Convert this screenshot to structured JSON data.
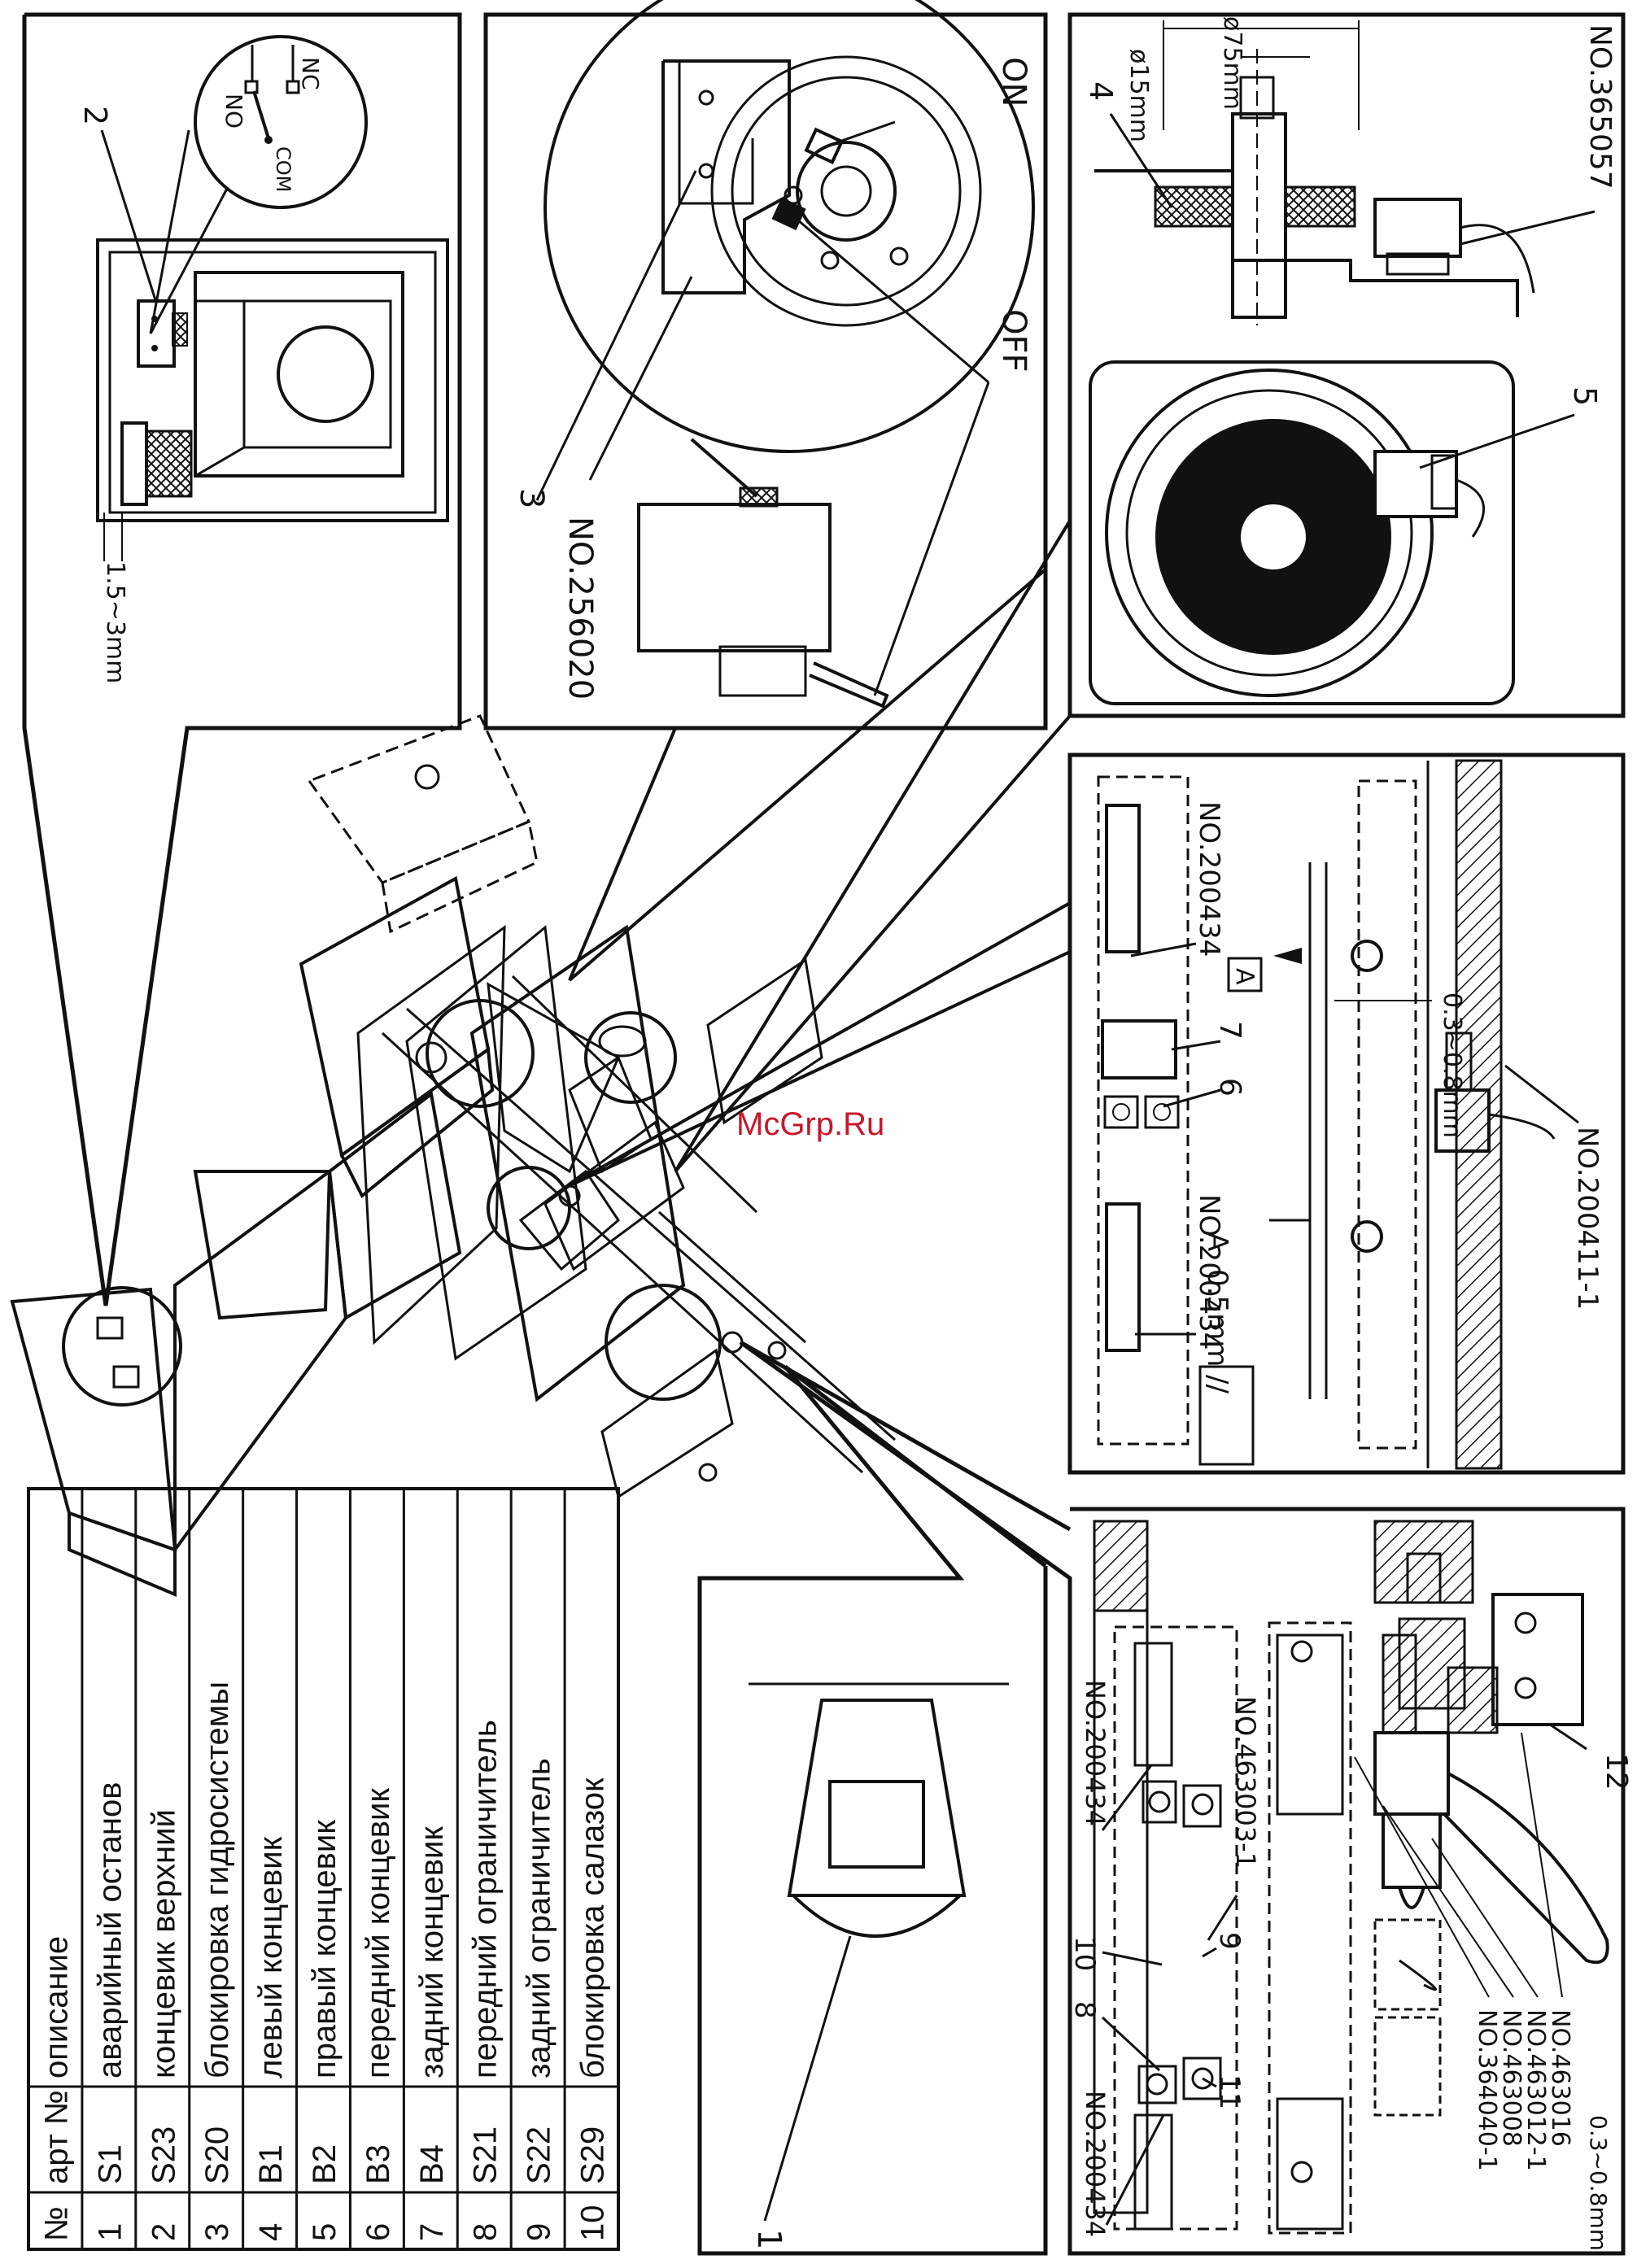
{
  "watermark": "McGrp.Ru",
  "table": {
    "headers": [
      "№",
      "арт №",
      "описание"
    ],
    "rows": [
      [
        "1",
        "S1",
        "аварийный останов"
      ],
      [
        "2",
        "S23",
        "концевик верхний"
      ],
      [
        "3",
        "S20",
        "блокировка гидросистемы"
      ],
      [
        "4",
        "B1",
        "левый концевик"
      ],
      [
        "5",
        "B2",
        "правый концевик"
      ],
      [
        "6",
        "B3",
        "передний концевик"
      ],
      [
        "7",
        "B4",
        "задний концевик"
      ],
      [
        "8",
        "S21",
        "передний ограничитель"
      ],
      [
        "9",
        "S22",
        "задний ограничитель"
      ],
      [
        "10",
        "S29",
        "блокировка салазок"
      ]
    ]
  },
  "panel_upper_switch": {
    "callout": "2",
    "no": "NO",
    "nc": "NC",
    "com": "COM",
    "gap": "1.5~3mm"
  },
  "panel_hydraulic": {
    "callout": "3",
    "part_no": "NO.256020",
    "on": "ON",
    "off": "OFF"
  },
  "panel_lr_switch": {
    "callout_4": "4",
    "callout_5": "5",
    "part_no": "NO.365057",
    "dim_75": "ø75mm",
    "dim_15": "ø15mm"
  },
  "panel_fb_switch": {
    "callout_6": "6",
    "callout_7": "7",
    "part_no_top": "NO.200434",
    "part_no_mid": "NO.200434",
    "part_no_bottom": "NO.200411-1",
    "gap": "0.3~0.8mm",
    "datum": "A",
    "tolerance_sym": "//",
    "tolerance_val": "0.5mm",
    "tolerance_ref": "A"
  },
  "panel_stop": {
    "callout_1": "1"
  },
  "panel_limiters": {
    "callout_8": "8",
    "callout_9": "9",
    "callout_10": "10",
    "callout_11": "11",
    "callout_12": "12",
    "part_a": "NO.200434",
    "part_b": "NO.200434",
    "part_c": "NO.463003-1",
    "part_d": "NO.364040-1",
    "part_e": "NO.463008",
    "part_f": "NO.463012-1",
    "part_g": "NO.463016",
    "gap": "0.3~0.8mm"
  }
}
